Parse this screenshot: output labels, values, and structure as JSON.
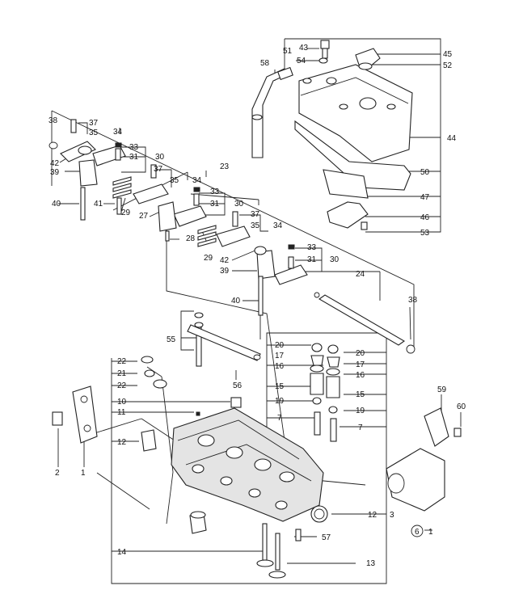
{
  "diagram": {
    "labels": {
      "l1": "1",
      "l2": "2",
      "l3": "3",
      "l6": "6",
      "l6b": "1",
      "l7a": "7",
      "l7b": "7",
      "l10": "10",
      "l11": "11",
      "l12a": "12",
      "l12b": "12",
      "l13": "13",
      "l14": "14",
      "l15a": "15",
      "l15b": "15",
      "l16a": "16",
      "l16b": "16",
      "l17a": "17",
      "l17b": "17",
      "l19a": "19",
      "l19b": "19",
      "l20a": "20",
      "l20b": "20",
      "l21": "21",
      "l22a": "22",
      "l22b": "22",
      "l23": "23",
      "l24": "24",
      "l27": "27",
      "l28": "28",
      "l29a": "29",
      "l29b": "29",
      "l30a": "30",
      "l30b": "30",
      "l30c": "30",
      "l31a": "31",
      "l31b": "31",
      "l31c": "31",
      "l33a": "33",
      "l33b": "33",
      "l33c": "33",
      "l34a": "34",
      "l34b": "34",
      "l34c": "34",
      "l35a": "35",
      "l35b": "35",
      "l35c": "35",
      "l37a": "37",
      "l37b": "37",
      "l37c": "37",
      "l38a": "38",
      "l38b": "38",
      "l39a": "39",
      "l39b": "39",
      "l40a": "40",
      "l40b": "40",
      "l41": "41",
      "l42a": "42",
      "l42b": "42",
      "l43": "43",
      "l44": "44",
      "l45": "45",
      "l46": "46",
      "l47": "47",
      "l50": "50",
      "l51": "51",
      "l52": "52",
      "l53": "53",
      "l54": "54",
      "l55": "55",
      "l56": "56",
      "l57": "57",
      "l58": "58",
      "l59": "59",
      "l60": "60"
    }
  }
}
